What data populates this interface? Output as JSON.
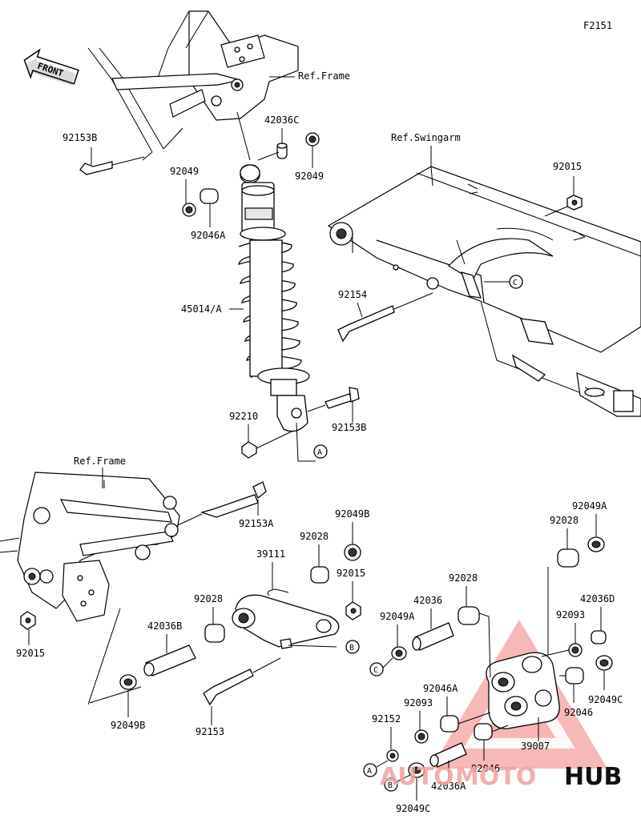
{
  "diagram": {
    "figure_code": "F2151",
    "front_label": "FRONT",
    "labels": {
      "p92153B_top": "92153B",
      "p42036C": "42036C",
      "p92049_left": "92049",
      "p92049_right": "92049",
      "p92046A_top": "92046A",
      "p45014A": "45014/A",
      "p92210": "92210",
      "p92153B_bottom": "92153B",
      "p92154": "92154",
      "p92015_top": "92015",
      "ref_frame_top": "Ref.Frame",
      "ref_swingarm": "Ref.Swingarm",
      "ref_frame_bottom": "Ref.Frame",
      "p92153A": "92153A",
      "p92015_left": "92015",
      "p92049B_top": "92049B",
      "p92028_a": "92028",
      "p39111": "39111",
      "p92015_mid": "92015",
      "p92028_b": "92028",
      "p42036B": "42036B",
      "p92049B_bottom": "92049B",
      "p92153": "92153",
      "p92049A_right": "92049A",
      "p92028_c": "92028",
      "p92028_d": "92028",
      "p42036": "42036",
      "p92049A_mid": "92049A",
      "p42036D": "42036D",
      "p92093_right": "92093",
      "p92046A_bottom": "92046A",
      "p92093_left": "92093",
      "p92049C_right": "92049C",
      "p92046_right": "92046",
      "p92152": "92152",
      "p39007": "39007",
      "p92046_bottom": "92046",
      "p92049C_bottom": "92049C",
      "p42036A": "42036A"
    },
    "callouts": {
      "A_shock": "A",
      "B_link": "B",
      "C_swingarm": "C",
      "C_washer": "C",
      "A_bottom": "A",
      "B_bottom": "B"
    }
  },
  "watermark": {
    "brand_part1": "AUTO",
    "brand_part2": "MOTO",
    "brand_part3": "HUB",
    "accent_color": "#f08080",
    "dark_color": "#111111"
  }
}
